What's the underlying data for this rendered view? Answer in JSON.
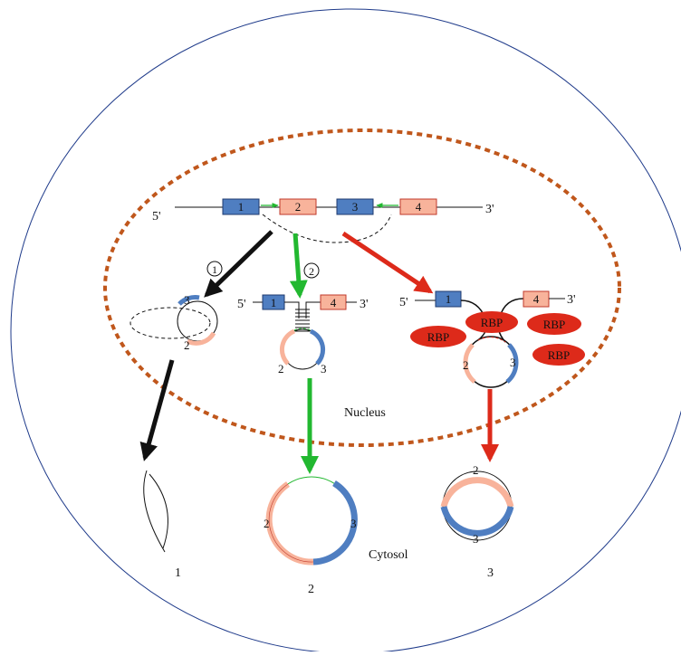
{
  "labels": {
    "five_prime": "5'",
    "three_prime": "3'",
    "nucleus": "Nucleus",
    "cytosol": "Cytosol",
    "rbp": "RBP",
    "route1_circle": "1",
    "route2_circle": "2"
  },
  "exons": [
    "1",
    "2",
    "3",
    "4"
  ],
  "products": [
    "1",
    "2",
    "3"
  ],
  "colors": {
    "blue_exon": "#4f7ec1",
    "salmon_exon": "#f8b39b",
    "black_path": "#111111",
    "green_path": "#22b830",
    "red_path": "#dd2a1a",
    "nucleus_border": "#c0571c",
    "cell_border": "#1e3a8a"
  }
}
